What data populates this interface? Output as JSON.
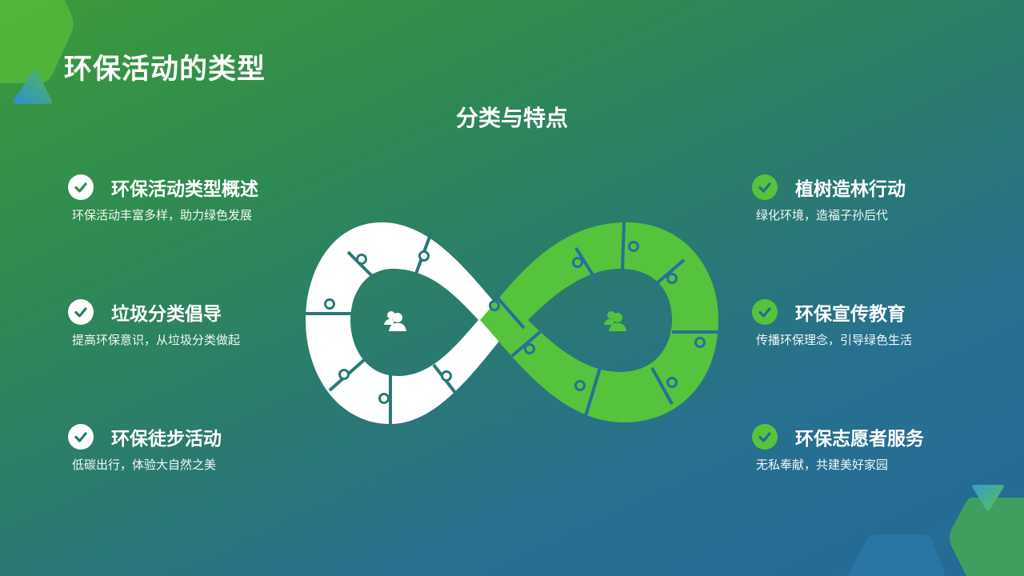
{
  "slide": {
    "title": "环保活动的类型",
    "subtitle": "分类与特点",
    "colors": {
      "accent_green": "#56c33c",
      "piece_white": "#ffffff",
      "bg_top_left": "#3d9a3a",
      "bg_bottom_right": "#246a98"
    }
  },
  "left_items": [
    {
      "label": "环保活动类型概述",
      "desc": "环保活动丰富多样，助力绿色发展",
      "icon": "check-circle-icon"
    },
    {
      "label": "垃圾分类倡导",
      "desc": "提高环保意识，从垃圾分类做起",
      "icon": "check-circle-icon"
    },
    {
      "label": "环保徒步活动",
      "desc": "低碳出行，体验大自然之美",
      "icon": "check-circle-icon"
    }
  ],
  "right_items": [
    {
      "label": "植树造林行动",
      "desc": "绿化环境，造福子孙后代",
      "icon": "check-circle-icon"
    },
    {
      "label": "环保宣传教育",
      "desc": "传播环保理念，引导绿色生活",
      "icon": "check-circle-icon"
    },
    {
      "label": "环保志愿者服务",
      "desc": "无私奉献，共建美好家园",
      "icon": "check-circle-icon"
    }
  ],
  "diagram": {
    "type": "infinity-puzzle",
    "left_loop_color": "#ffffff",
    "right_loop_color": "#56c33c",
    "left_icon": "users-icon",
    "right_icon": "users-icon"
  }
}
